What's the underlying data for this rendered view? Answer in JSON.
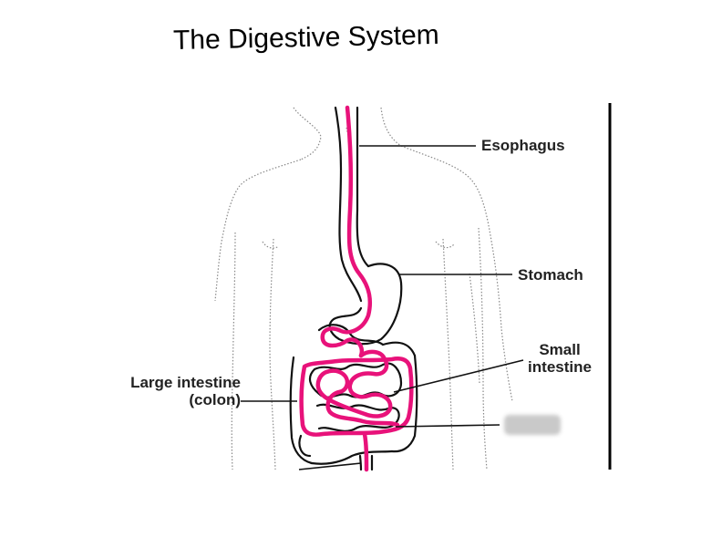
{
  "title": "The Digestive System",
  "labels": {
    "esophagus": "Esophagus",
    "stomach": "Stomach",
    "small_intestine_line1": "Small",
    "small_intestine_line2": "intestine",
    "large_intestine_line1": "Large intestine",
    "large_intestine_line2": "(colon)"
  },
  "colors": {
    "digestive_tract": "#e8127a",
    "outline": "#111111",
    "body_outline": "#888888"
  }
}
